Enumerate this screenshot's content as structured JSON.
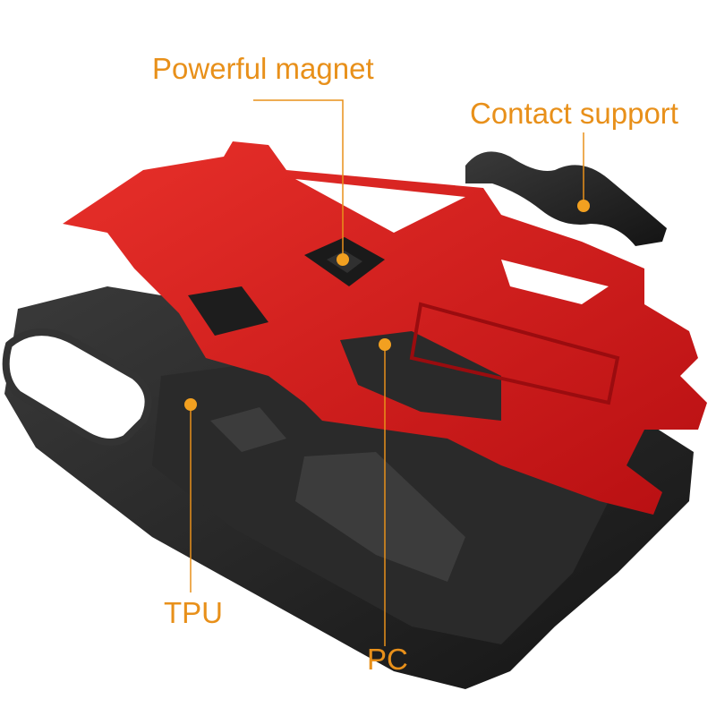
{
  "labels": {
    "magnet": "Powerful magnet",
    "support": "Contact support",
    "tpu": "TPU",
    "pc": "PC"
  },
  "colors": {
    "accent": "#E8901A",
    "plate": "#D91A1A",
    "case": "#1E1E1E"
  }
}
